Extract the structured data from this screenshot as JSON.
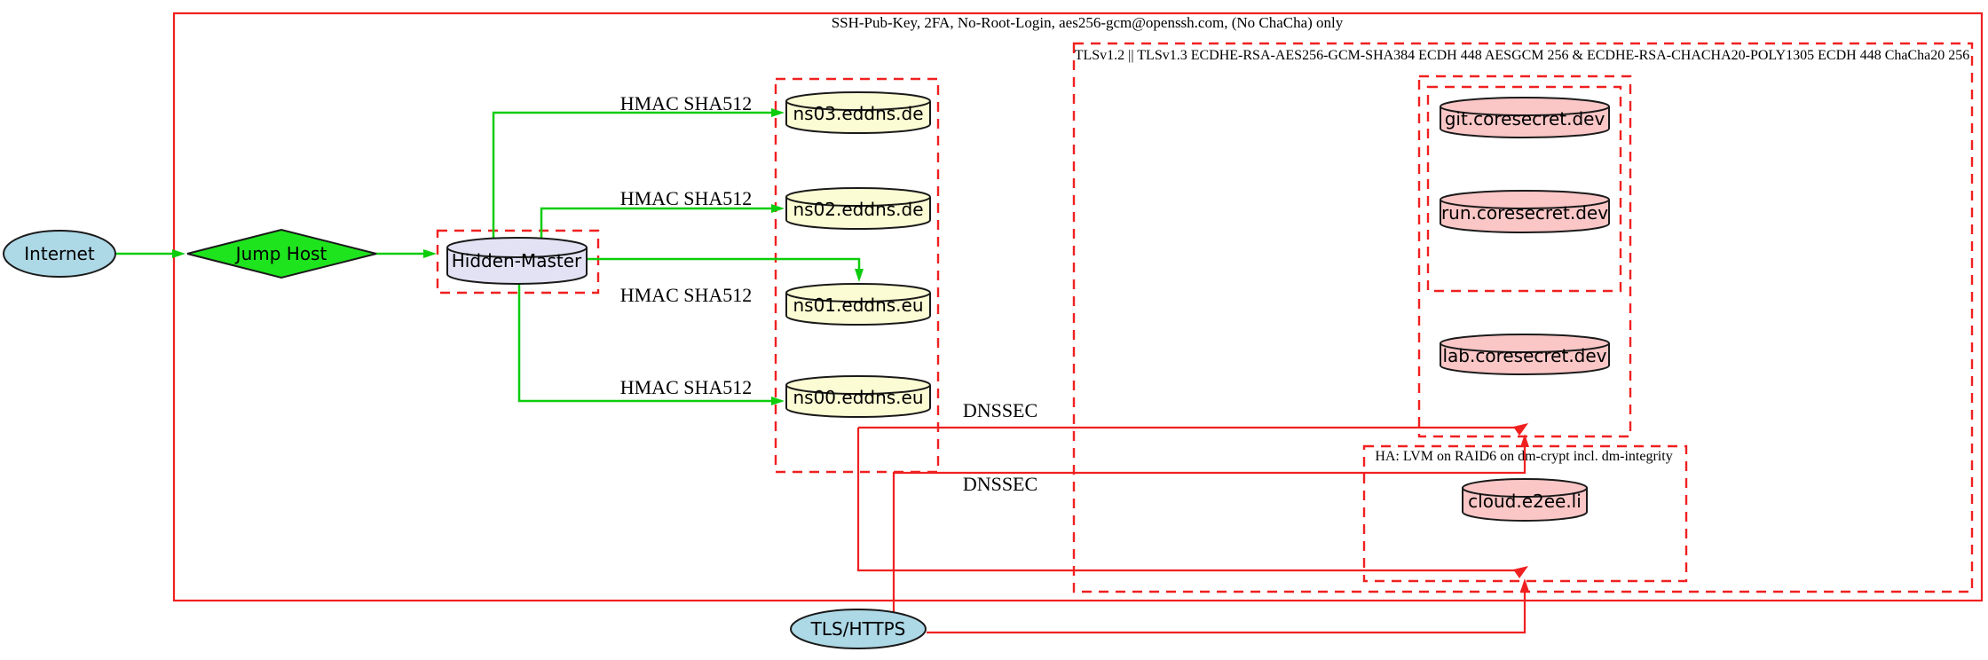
{
  "clusters": {
    "ssh_hardening": {
      "label": "SSH-Pub-Key, 2FA, No-Root-Login, aes256-gcm@openssh.com, (No ChaCha) only"
    },
    "tls": {
      "label": "TLSv1.2 || TLSv1.3 ECDHE-RSA-AES256-GCM-SHA384 ECDH 448 AESGCM 256 & ECDHE-RSA-CHACHA20-POLY1305 ECDH 448 ChaCha20 256"
    },
    "ha": {
      "label": "HA: LVM on RAID6 on dm-crypt incl. dm-integrity"
    }
  },
  "nodes": {
    "internet": {
      "label": "Internet"
    },
    "jump_host": {
      "label": "Jump Host"
    },
    "hidden_master": {
      "label": "Hidden-Master"
    },
    "ns03": {
      "label": "ns03.eddns.de"
    },
    "ns02": {
      "label": "ns02.eddns.de"
    },
    "ns01": {
      "label": "ns01.eddns.eu"
    },
    "ns00": {
      "label": "ns00.eddns.eu"
    },
    "git": {
      "label": "git.coresecret.dev"
    },
    "run": {
      "label": "run.coresecret.dev"
    },
    "lab": {
      "label": "lab.coresecret.dev"
    },
    "cloud": {
      "label": "cloud.e2ee.li"
    },
    "tls_https": {
      "label": "TLS/HTTPS"
    }
  },
  "edges": {
    "hmac_ns03": {
      "label": "HMAC SHA512"
    },
    "hmac_ns02": {
      "label": "HMAC SHA512"
    },
    "hmac_ns01": {
      "label": "HMAC SHA512"
    },
    "hmac_ns00": {
      "label": "HMAC SHA512"
    },
    "dnssec_secret": {
      "label": "DNSSEC"
    },
    "dnssec_ha": {
      "label": "DNSSEC"
    }
  },
  "colors": {
    "red": "#f02020",
    "green": "#0ccc0c",
    "green_fill": "#1ee41e",
    "lightblue": "#add8e6",
    "lightyellow": "#fcfcd4",
    "pink": "#fbc6c6",
    "lavender": "#e2e2f4"
  }
}
